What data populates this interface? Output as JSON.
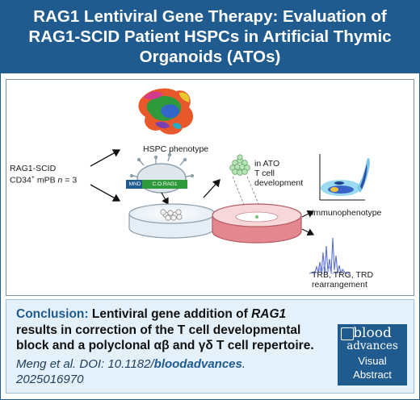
{
  "title": "RAG1 Lentiviral Gene Therapy: Evaluation of RAG1-SCID Patient HSPCs in Artificial Thymic Organoids (ATOs)",
  "diagram": {
    "source_line1": "RAG1-SCID",
    "source_line2_pre": "CD34",
    "source_line2_sup": "+",
    "source_line2_post": " mPB ",
    "source_n_var": "n",
    "source_n_val": " = 3",
    "hspc_label": "HSPC phenotype",
    "vector_promoter": "MND",
    "vector_gene": "C.O.RAG1",
    "ato_label_1": "in ATO",
    "ato_label_2": "T cell",
    "ato_label_3": "development",
    "immuno_label": "immunophenotype",
    "rearr_label_1": "TRB, TRG, TRD",
    "rearr_label_2": "rearrangement"
  },
  "conclusion": {
    "label": "Conclusion:",
    "text_before": " Lentiviral gene addition of ",
    "gene": "RAG1",
    "text_after": " results in correction of the T cell developmental block and a polyclonal αβ  and γδ T cell repertoire."
  },
  "citation": {
    "authors": "Meng et al. DOI: 10.1182/",
    "journal": "bloodadvances",
    "suffix": ".",
    "id": "2025016970"
  },
  "logo": {
    "line1": "blood",
    "line2": "advances",
    "line3": "Visual",
    "line4": "Abstract"
  },
  "colors": {
    "brand": "#1f5b8f",
    "conclusion_bg": "#e4f0fa"
  }
}
